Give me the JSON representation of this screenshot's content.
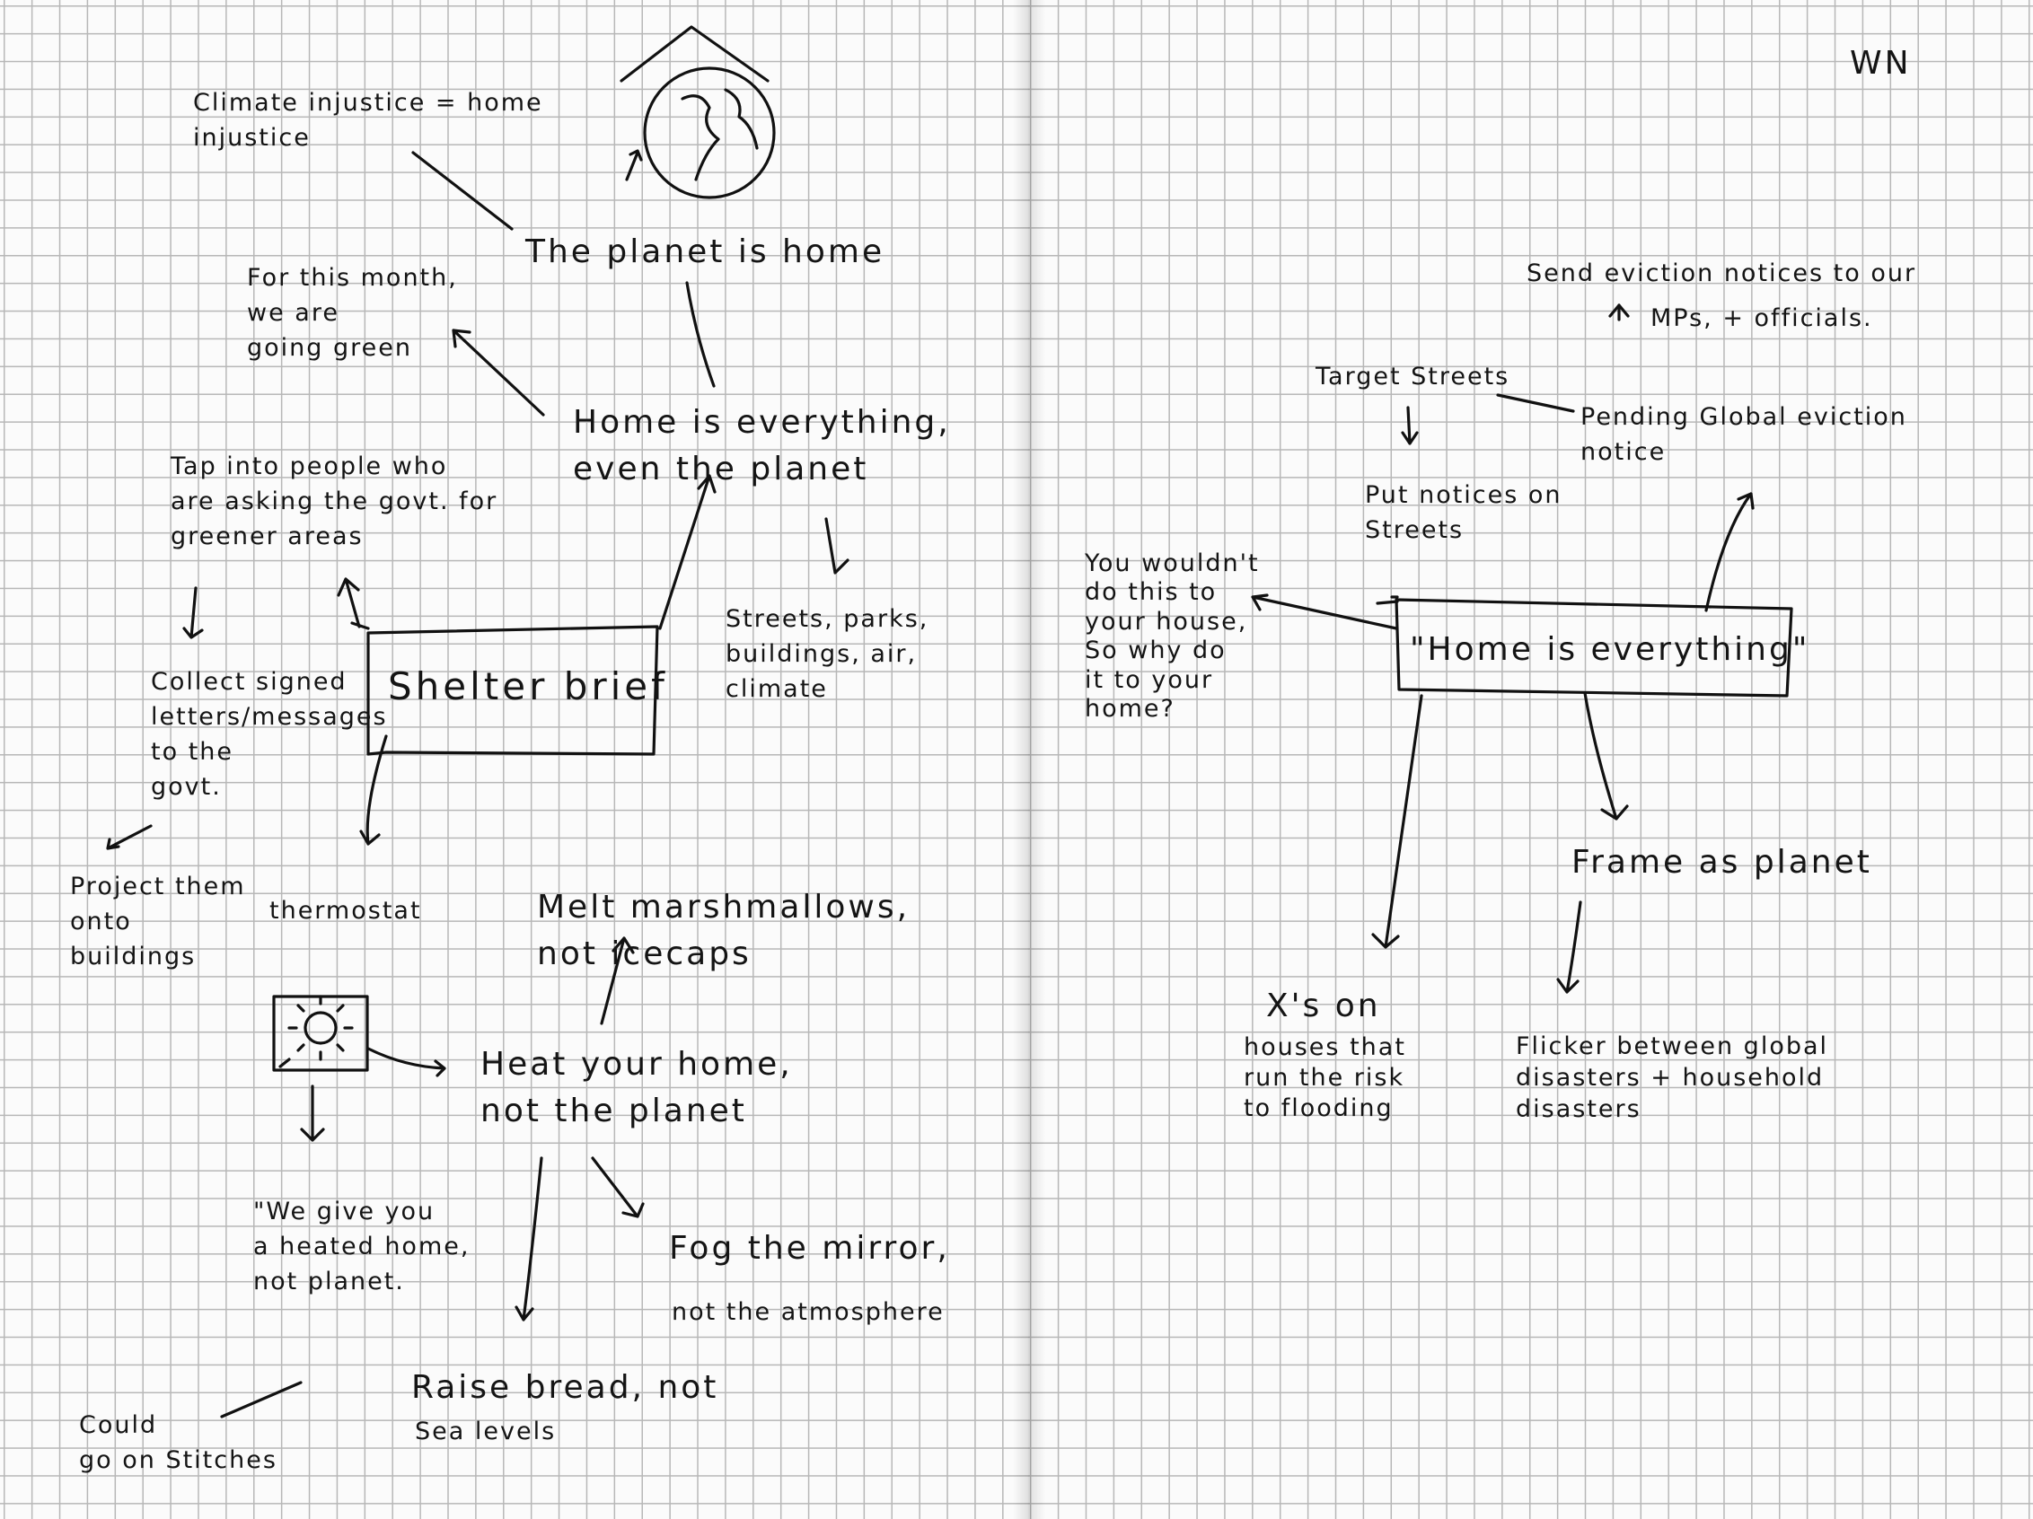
{
  "left_page": {
    "climate_injustice": "Climate injustice = home\ninjustice",
    "planet_is_home": "The planet is home",
    "for_this_month": "For this month,\nwe are\ngoing green",
    "home_is_everything": "Home is everything,\neven the planet",
    "tap_into": "Tap into people who\nare asking the govt. for\ngreener areas",
    "shelter_brief": "Shelter brief",
    "streets_parks": "Streets, parks,\nbuildings, air,\nclimate",
    "collect_letters": "Collect signed\nletters/messages\nto the\ngovt.",
    "project_them": "Project them\nonto\nbuildings",
    "thermostat": "thermostat",
    "melt_marshmallows": "Melt marshmallows,\nnot icecaps",
    "heat_your_home": "Heat your home,\nnot the planet",
    "we_give_you": "\"We give you\na heated home,\nnot planet.",
    "fog_the_mirror": "Fog the mirror,",
    "not_atmosphere": "not the atmosphere",
    "raise_bread": "Raise bread, not",
    "sea_levels": "Sea levels",
    "could_go_on": "Could\ngo on Stitches"
  },
  "right_page": {
    "initials": "WN",
    "send_eviction": "Send eviction notices to our",
    "mps_officials": "MPs, + officials.",
    "target_streets": "Target Streets",
    "pending_notice": "Pending Global eviction\nnotice",
    "put_notices": "Put notices on\nStreets",
    "you_wouldnt": "You wouldn't\ndo this to\nyour house,\nSo why do\nit to your\nhome?",
    "home_is_everything_quote": "\"Home is everything\"",
    "frame_as_planet": "Frame as planet",
    "xs_on": "X's on",
    "houses_flooding": "houses that\nrun the risk\nto flooding",
    "flicker_between": "Flicker between global\ndisasters + household\ndisasters"
  }
}
